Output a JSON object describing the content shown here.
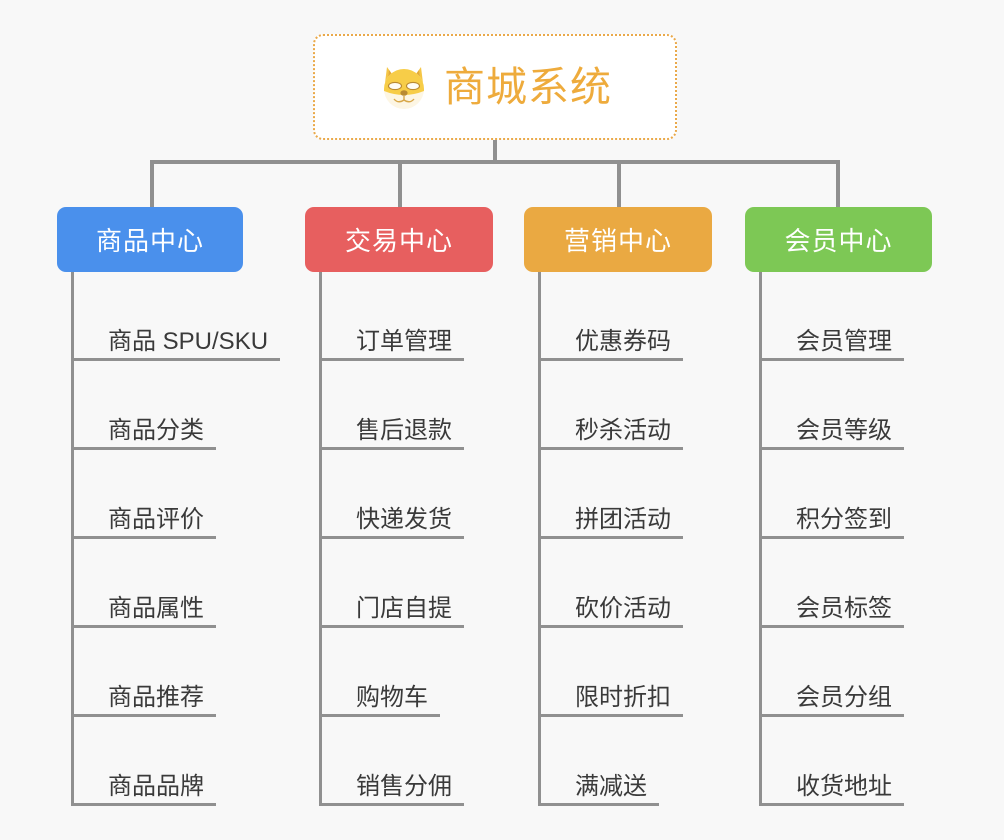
{
  "canvas": {
    "background": "#f8f8f8",
    "line_color": "#909090"
  },
  "root": {
    "title": "商城系统",
    "icon": "dog-face-emoji",
    "text_color": "#eeab3c",
    "border_color": "#eaa94a",
    "background": "#ffffff"
  },
  "branches": [
    {
      "title": "商品中心",
      "color": "#4a90ec",
      "items": [
        "商品 SPU/SKU",
        "商品分类",
        "商品评价",
        "商品属性",
        "商品推荐",
        "商品品牌"
      ]
    },
    {
      "title": "交易中心",
      "color": "#e75f5f",
      "items": [
        "订单管理",
        "售后退款",
        "快递发货",
        "门店自提",
        "购物车",
        "销售分佣"
      ]
    },
    {
      "title": "营销中心",
      "color": "#eaa942",
      "items": [
        "优惠券码",
        "秒杀活动",
        "拼团活动",
        "砍价活动",
        "限时折扣",
        "满减送"
      ]
    },
    {
      "title": "会员中心",
      "color": "#7dc855",
      "items": [
        "会员管理",
        "会员等级",
        "积分签到",
        "会员标签",
        "会员分组",
        "收货地址"
      ]
    }
  ]
}
